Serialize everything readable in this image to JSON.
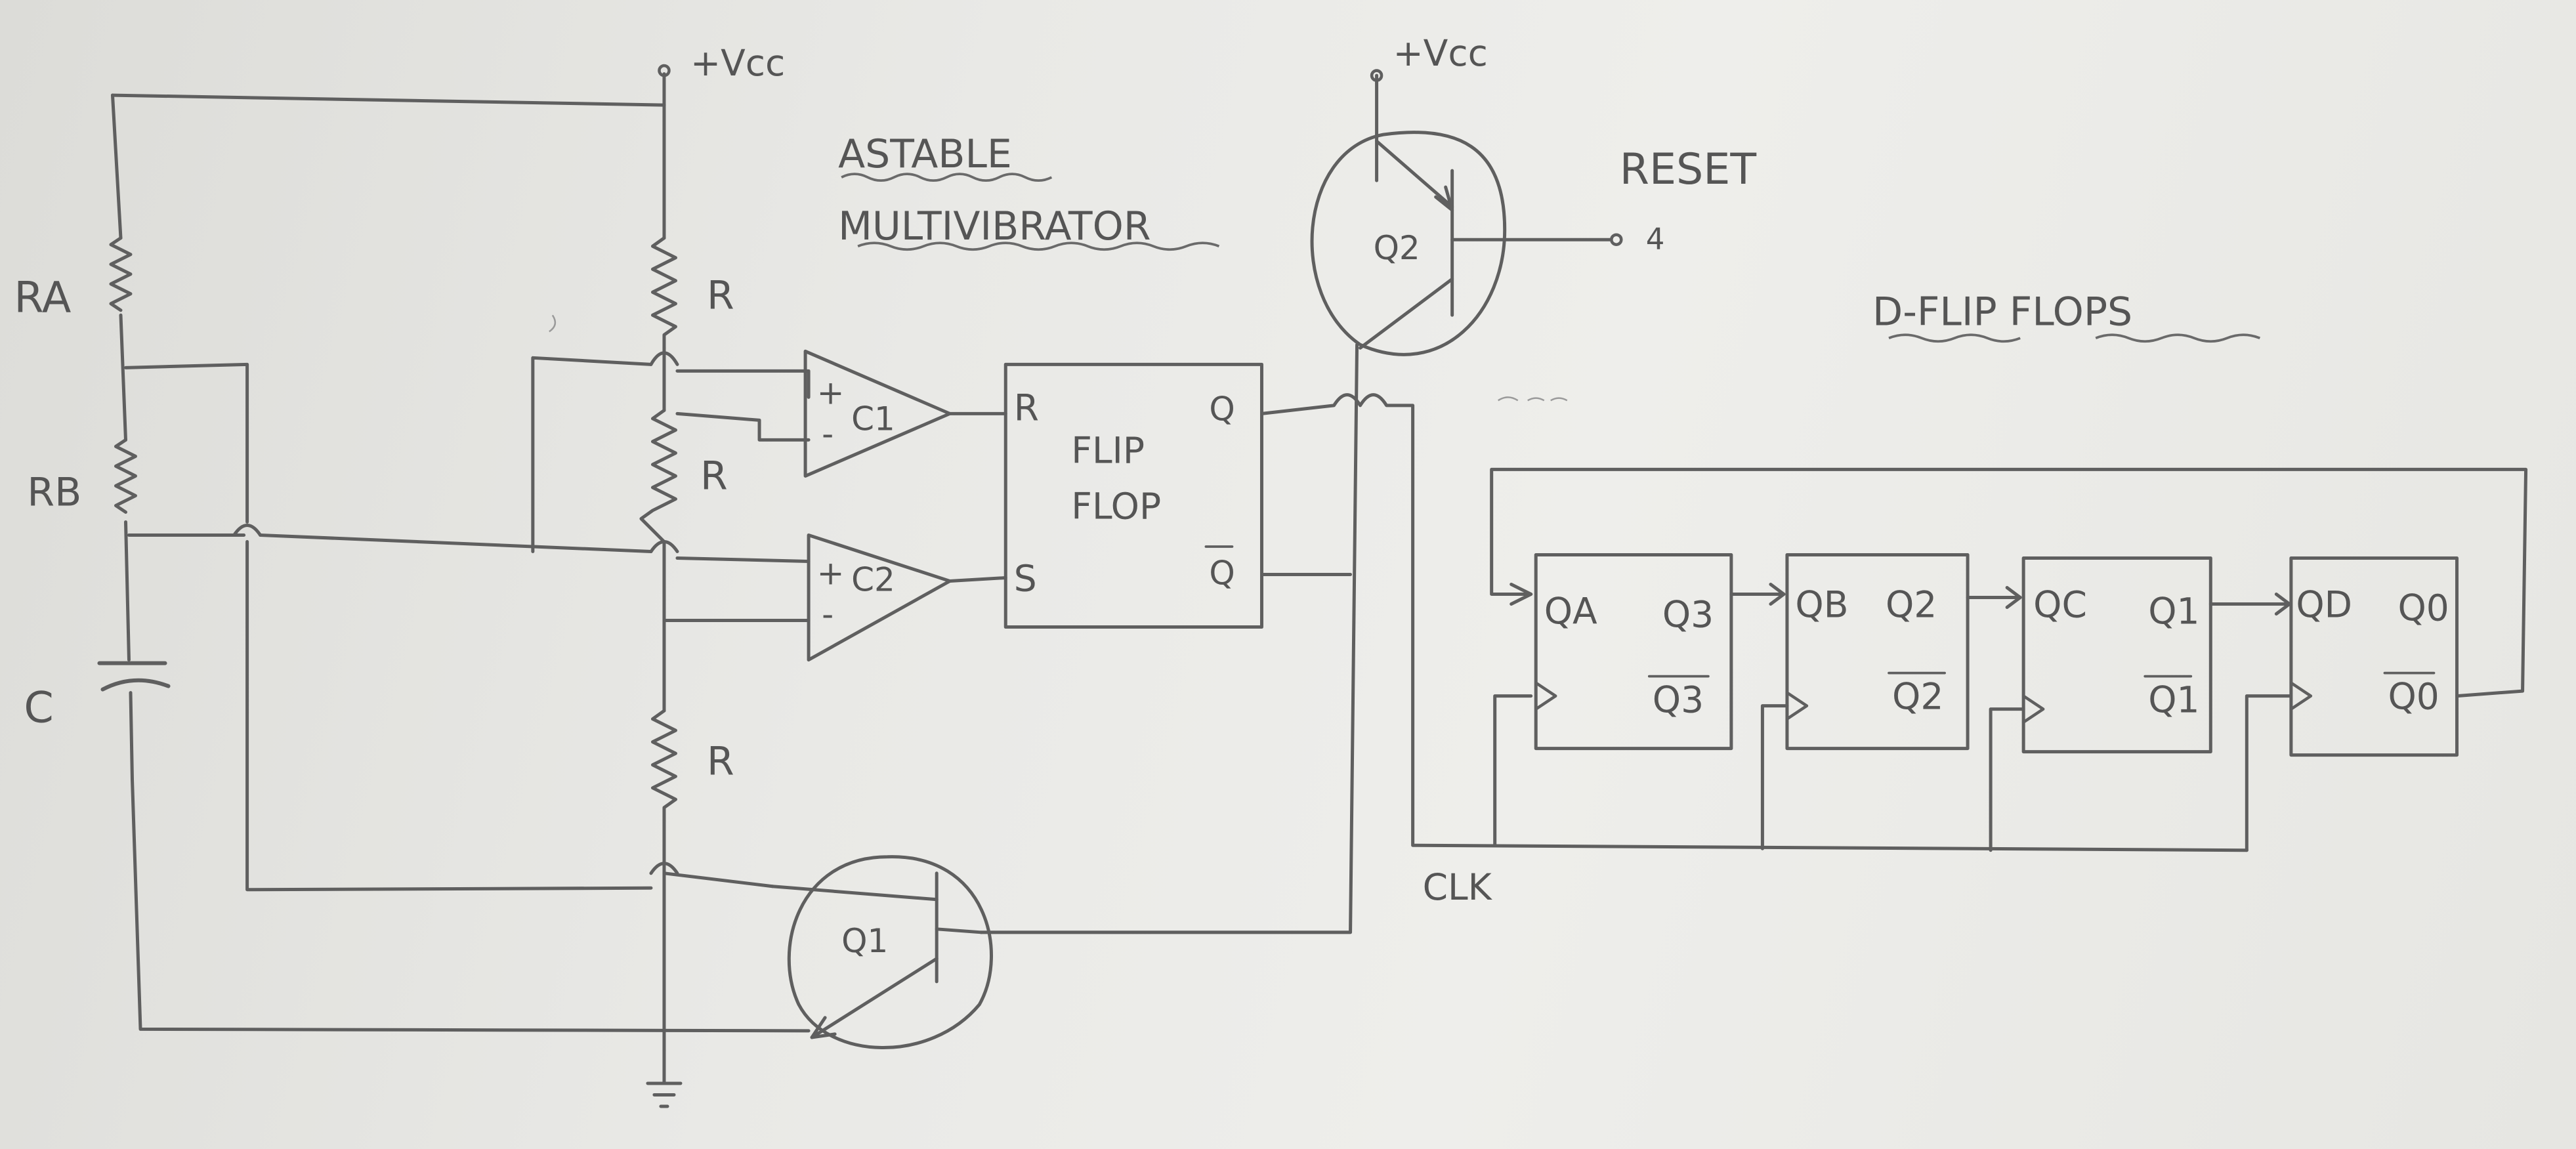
{
  "labels": {
    "vcc1": "+Vcc",
    "vcc2": "+Vcc",
    "title_line1": "ASTABLE",
    "title_line2": "MULTIVIBRATOR",
    "reset": "RESET",
    "reset_pin": "4",
    "dff_title": "D-FLIP FLOPS",
    "ra": "RA",
    "rb": "RB",
    "c": "C",
    "r1": "R",
    "r2": "R",
    "r3": "R",
    "plus": "+",
    "minus": "-",
    "c1": "C1",
    "c2": "C2",
    "ff_r": "R",
    "ff_s": "S",
    "ff_line1": "FLIP",
    "ff_line2": "FLOP",
    "ff_q": "Q",
    "ff_qbar": "Q",
    "q1": "Q1",
    "q2": "Q2",
    "clk": "CLK",
    "dff": {
      "a_in": "QA",
      "a_q": "Q3",
      "a_qbar": "Q3",
      "b_in": "QB",
      "b_q": "Q2",
      "b_qbar": "Q2",
      "c_in": "QC",
      "c_q": "Q1",
      "c_qbar": "Q1",
      "d_in": "QD",
      "d_q": "Q0",
      "d_qbar": "Q0"
    }
  }
}
